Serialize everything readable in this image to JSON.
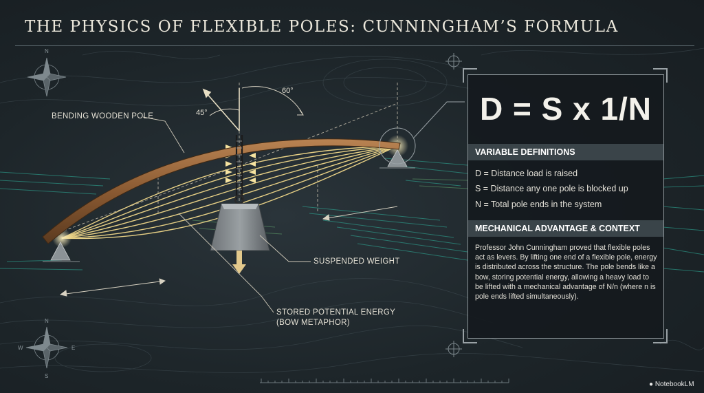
{
  "title": "THE PHYSICS OF FLEXIBLE POLES: CUNNINGHAM’S FORMULA",
  "diagram": {
    "labels": {
      "pole": "BENDING WOODEN POLE",
      "weight": "SUSPENDED WEIGHT",
      "energy_line1": "STORED POTENTIAL ENERGY",
      "energy_line2": "(BOW METAPHOR)"
    },
    "angles": {
      "left": "45°",
      "right": "60°"
    },
    "compass": {
      "n": "N",
      "s": "S",
      "e": "E",
      "w": "W"
    }
  },
  "panel": {
    "formula": "D = S x 1/N",
    "definitions_heading": "VARIABLE DEFINITIONS",
    "definitions": [
      "D = Distance load is raised",
      "S = Distance any one pole is blocked up",
      "N = Total pole ends in the system"
    ],
    "context_heading": "MECHANICAL ADVANTAGE & CONTEXT",
    "context_text": "Professor John Cunningham proved that flexible poles act as levers. By lifting one end of a flexible pole, energy is distributed across the structure. The pole bends like a bow, storing potential energy, allowing a heavy load to be lifted with a mechanical advantage of N/n (where n is pole ends lifted simultaneously)."
  },
  "branding": "NotebookLM",
  "colors": {
    "wood": "#8a5a32",
    "energy": "#f2d98a",
    "scan": "#2fb6a0",
    "panel_head": "#3a4449"
  }
}
